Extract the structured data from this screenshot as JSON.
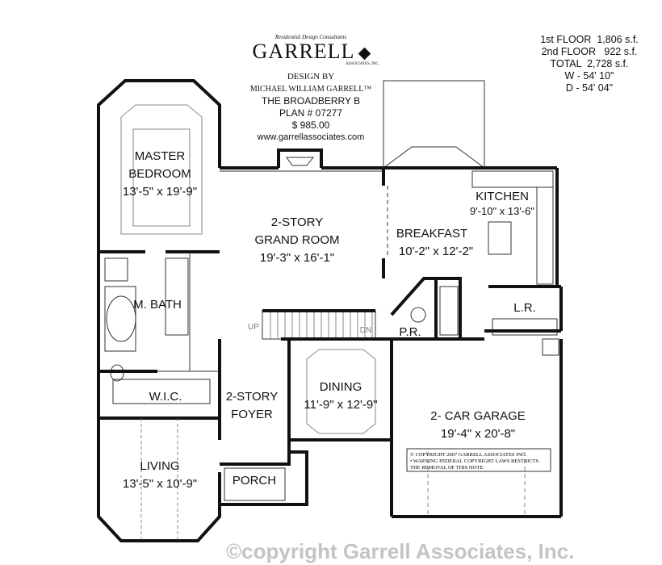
{
  "logo": {
    "tagline": "Residential Design Consultants",
    "name": "GARRELL",
    "suffix": "ASSOCIATES, INC."
  },
  "header": {
    "design_by": "DESIGN BY",
    "designer": "MICHAEL WILLIAM GARRELL™",
    "plan_name": "THE BROADBERRY B",
    "plan_number": "PLAN # 07277",
    "price": "$ 985.00",
    "website": "www.garrellassociates.com"
  },
  "stats": [
    "1st FLOOR  1,806 s.f.",
    "2nd FLOOR   922 s.f.",
    "TOTAL  2,728 s.f.",
    "W - 54' 10\"",
    "D - 54' 04\""
  ],
  "rooms": {
    "master": {
      "name": "MASTER",
      "name2": "BEDROOM",
      "size": "13'-5\" x 19'-9\""
    },
    "grand": {
      "name": "2-STORY",
      "name2": "GRAND ROOM",
      "size": "19'-3\" x 16'-1\""
    },
    "kitchen": {
      "name": "KITCHEN",
      "size": "9'-10\" x 13'-6\""
    },
    "breakfast": {
      "name": "BREAKFAST",
      "size": "10'-2\" x 12'-2\""
    },
    "mbath": {
      "name": "M. BATH"
    },
    "lr": {
      "name": "L.R."
    },
    "pr": {
      "name": "P.R."
    },
    "wic": {
      "name": "W.I.C."
    },
    "foyer": {
      "name": "2-STORY",
      "name2": "FOYER"
    },
    "dining": {
      "name": "DINING",
      "size": "11'-9\" x 12'-9\""
    },
    "garage": {
      "name": "2- CAR GARAGE",
      "size": "19'-4\" x 20'-8\""
    },
    "living": {
      "name": "LIVING",
      "size": "13'-5\" x 10'-9\""
    },
    "porch": {
      "name": "PORCH"
    }
  },
  "stairs": {
    "up": "UP",
    "down": "DN"
  },
  "copyright_note": [
    "© COPYRIGHT 2007 GARRELL ASSOCIATES INC.",
    "• WARNING FEDERAL COPYRIGHT LAWS RESTRICTS",
    "THE REMOVAL OF THIS NOTE:"
  ],
  "watermark": "©copyright Garrell Associates, Inc."
}
